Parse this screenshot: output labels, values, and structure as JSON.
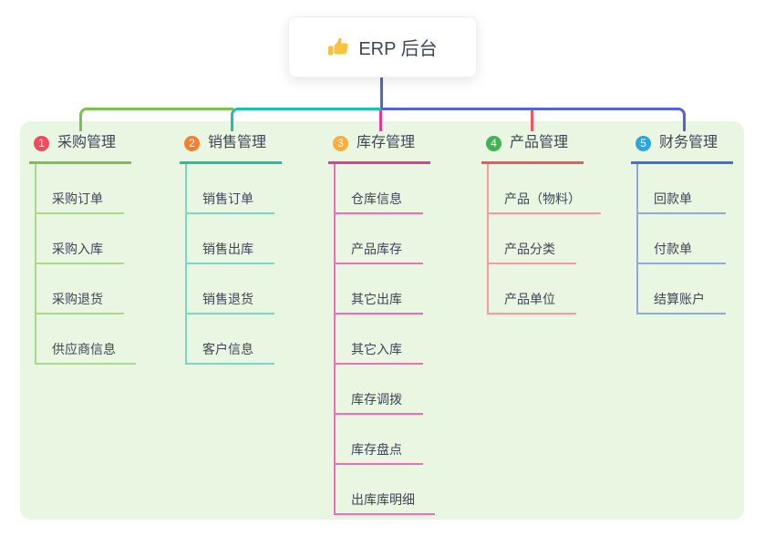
{
  "root": {
    "icon": "thumbs-up-icon",
    "label": "ERP 后台"
  },
  "branches": [
    {
      "badge": "1",
      "label": "采购管理",
      "children": [
        "采购订单",
        "采购入库",
        "采购退货",
        "供应商信息"
      ]
    },
    {
      "badge": "2",
      "label": "销售管理",
      "children": [
        "销售订单",
        "销售出库",
        "销售退货",
        "客户信息"
      ]
    },
    {
      "badge": "3",
      "label": "库存管理",
      "children": [
        "仓库信息",
        "产品库存",
        "其它出库",
        "其它入库",
        "库存调拨",
        "库存盘点",
        "出库库明细"
      ]
    },
    {
      "badge": "4",
      "label": "产品管理",
      "children": [
        "产品（物料）",
        "产品分类",
        "产品单位"
      ]
    },
    {
      "badge": "5",
      "label": "财务管理",
      "children": [
        "回款单",
        "付款单",
        "结算账户"
      ]
    }
  ],
  "colors": {
    "root_connector": "#5364d4",
    "panel_bg": "#e9f6e2",
    "node_text": "#3d4757",
    "thumb_icon": "#f5c242",
    "branch1_line": "#7dc04f",
    "branch1_child_line": "#abd88b",
    "branch1_badge": "#f4495d",
    "branch2_line": "#1fbfab",
    "branch2_child_line": "#79d6c8",
    "branch2_badge": "#f87e2f",
    "branch3_line": "#e23a9b",
    "branch3_child_line": "#ee6eb8",
    "branch3_badge": "#f9ae3a",
    "branch4_line": "#f4545f",
    "branch4_child_line": "#f79aa1",
    "branch4_badge": "#3db553",
    "branch5_line": "#3e6ed8",
    "branch5_child_line": "#8fa9dd",
    "branch5_badge": "#2ba6df"
  }
}
